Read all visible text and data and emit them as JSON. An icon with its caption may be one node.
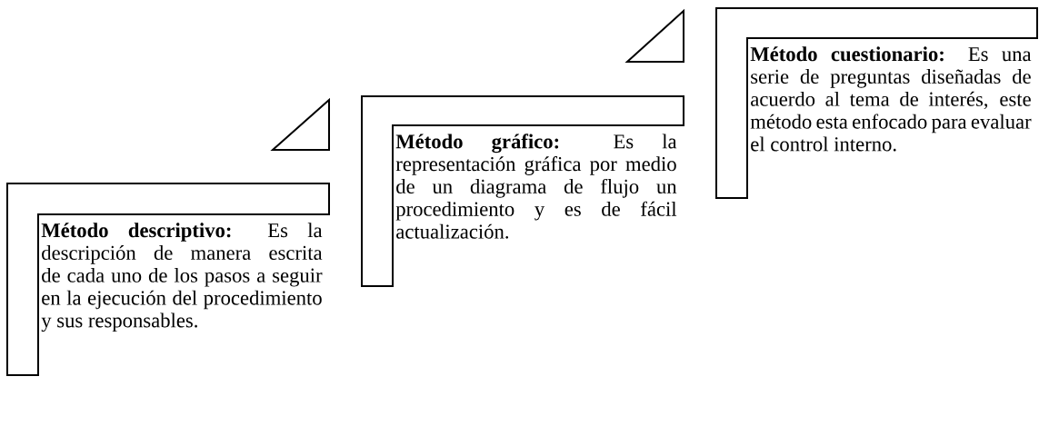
{
  "diagram": {
    "nodes": [
      {
        "text": [
          "**Método descriptivo:** Es la descripción de manera escrita de cada uno de los pasos a seguir en la ejecución del procedimiento y sus responsables."
        ]
      },
      {
        "text": [
          "**Método gráfico:** Es la representación gráfica por medio de un diagrama de flujo un procedimiento y es de fácil actualización."
        ]
      },
      {
        "text": [
          "**Método cuestionario:** Es una serie de preguntas diseñadas de acuerdo al tema de interés, este método esta enfocado para evaluar el control interno."
        ]
      }
    ]
  }
}
